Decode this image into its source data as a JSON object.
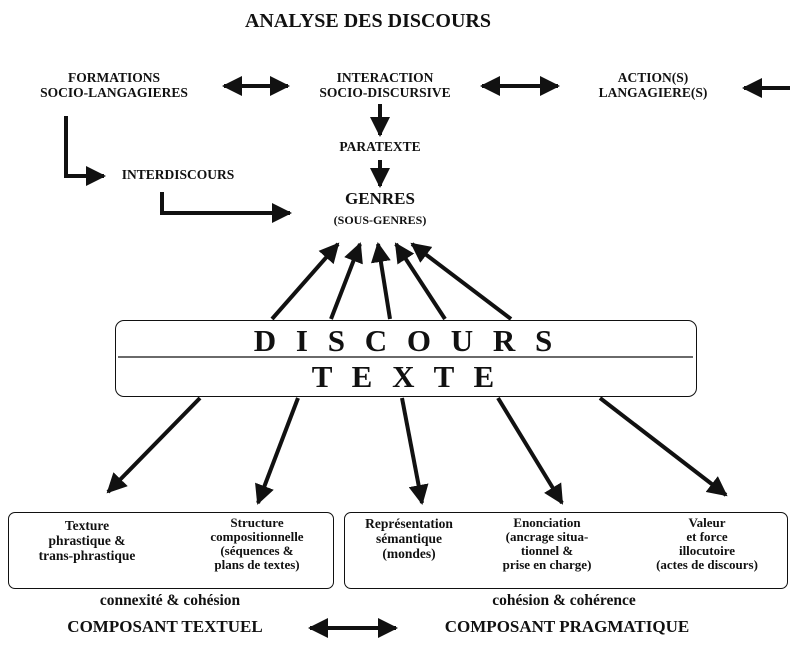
{
  "title": "ANALYSE DES DISCOURS",
  "top": {
    "formations": "FORMATIONS\nSOCIO-LANGAGIERES",
    "interaction": "INTERACTION\nSOCIO-DISCURSIVE",
    "actions": "ACTION(S)\nLANGAGIERE(S)",
    "paratexte": "PARATEXTE",
    "interdiscours": "INTERDISCOURS",
    "genres": "GENRES",
    "sous_genres": "(SOUS-GENRES)"
  },
  "center": {
    "discours": "D I S C O U R S",
    "texte": "T E X T E"
  },
  "textuel": {
    "texture": "Texture\nphrastique &\ntrans-phrastique",
    "structure": "Structure\ncompositionnelle\n(séquences &\nplans de textes)",
    "caption": "connexité & cohésion",
    "composant": "COMPOSANT TEXTUEL"
  },
  "pragmatique": {
    "representation": "Représentation\nsémantique\n(mondes)",
    "enonciation": "Enonciation\n(ancrage situa-\ntionnel &\nprise en charge)",
    "valeur": "Valeur\net force\nillocutoire\n(actes de discours)",
    "caption": "cohésion & cohérence",
    "composant": "COMPOSANT PRAGMATIQUE"
  }
}
